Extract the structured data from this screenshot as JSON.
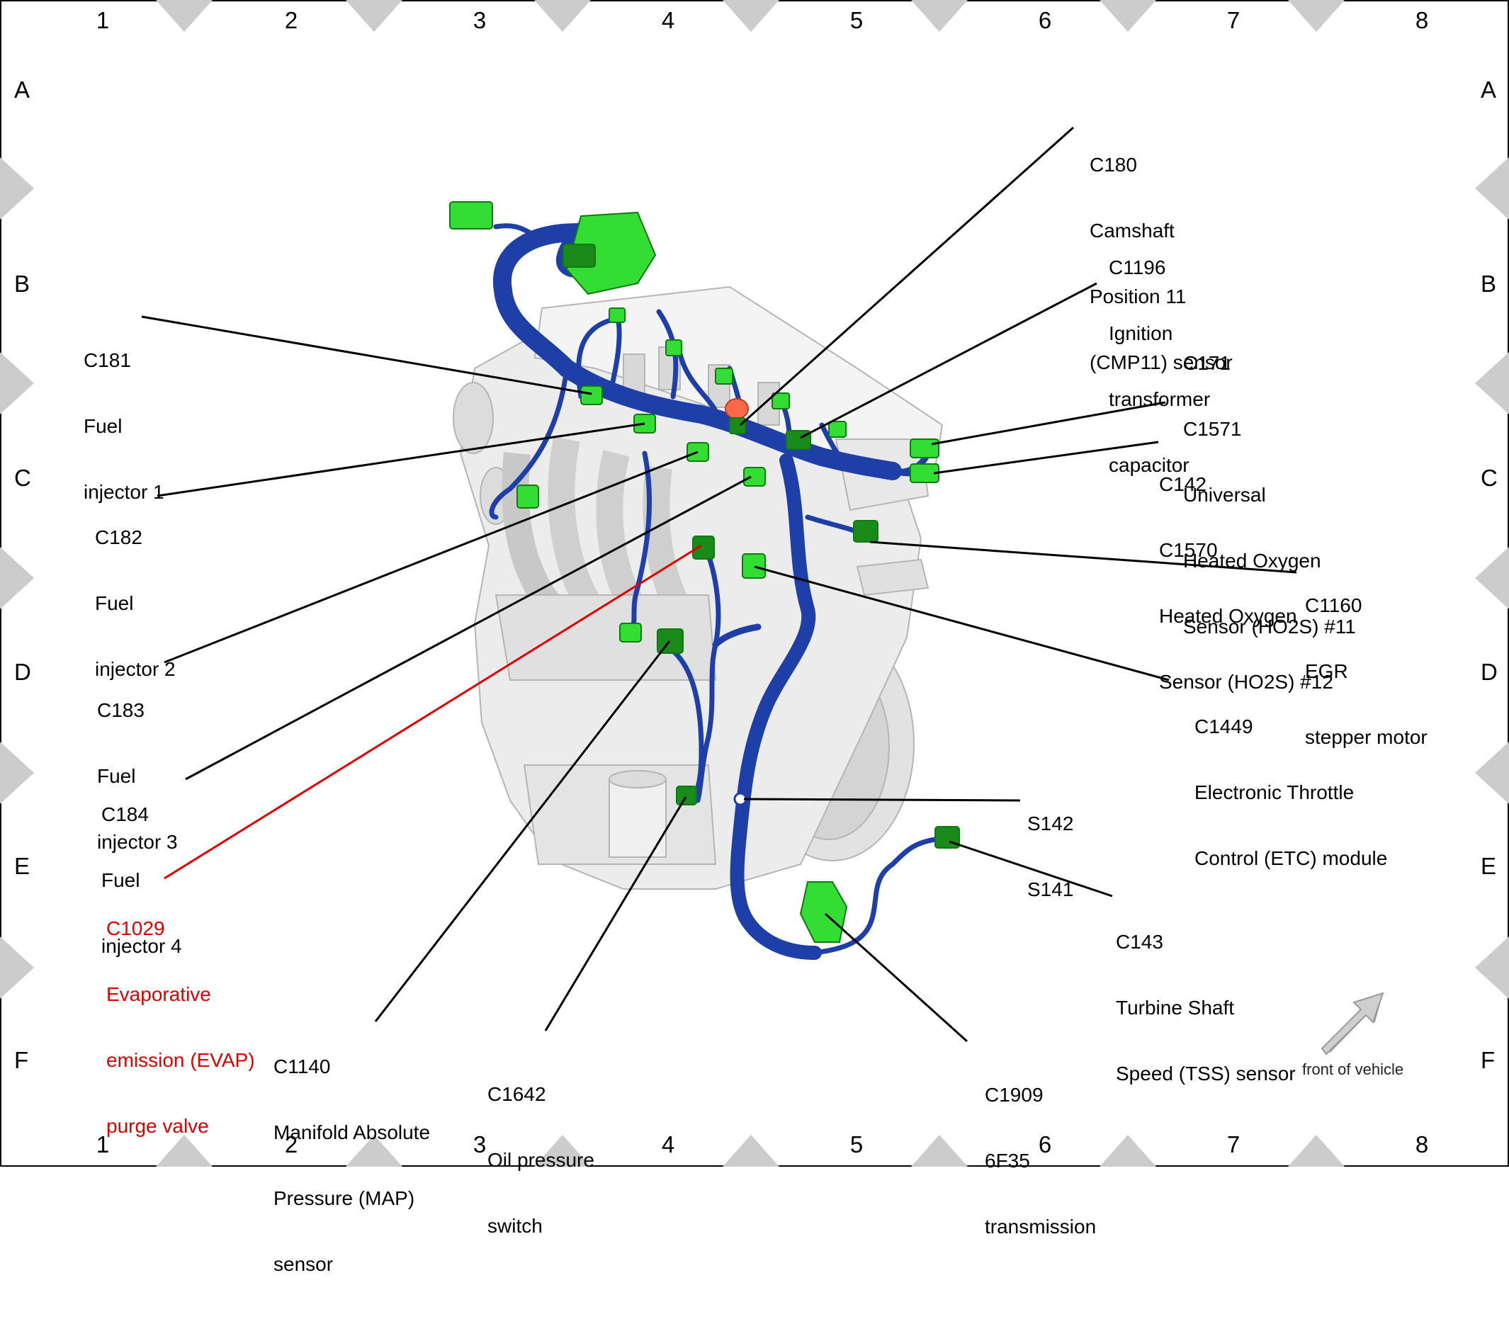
{
  "grid": {
    "columns": [
      "1",
      "2",
      "3",
      "4",
      "5",
      "6",
      "7",
      "8"
    ],
    "rows": [
      "A",
      "B",
      "C",
      "D",
      "E",
      "F"
    ]
  },
  "callouts": {
    "c180": [
      "C180",
      "Camshaft",
      "Position 11",
      "(CMP11) sensor"
    ],
    "c1196": [
      "C1196",
      "Ignition",
      "transformer",
      "capacitor"
    ],
    "c171": [
      "C171",
      "C1571",
      "Universal",
      "Heated Oxygen",
      "Sensor (HO2S) #11"
    ],
    "c142": [
      "C142",
      "C1570",
      "Heated Oxygen",
      "Sensor (HO2S) #12"
    ],
    "c1160": [
      "C1160",
      "EGR",
      "stepper motor"
    ],
    "c1449": [
      "C1449",
      "Electronic Throttle",
      "Control (ETC) module"
    ],
    "s142": [
      "S142",
      "S141"
    ],
    "c143": [
      "C143",
      "Turbine Shaft",
      "Speed (TSS) sensor"
    ],
    "c1909": [
      "C1909",
      "6F35",
      "transmission"
    ],
    "c1642": [
      "C1642",
      "Oil pressure",
      "switch"
    ],
    "c1140": [
      "C1140",
      "Manifold Absolute",
      "Pressure (MAP)",
      "sensor"
    ],
    "c1029": [
      "C1029",
      "Evaporative",
      "emission (EVAP)",
      "purge valve"
    ],
    "c184": [
      "C184",
      "Fuel",
      "injector 4"
    ],
    "c183": [
      "C183",
      "Fuel",
      "injector 3"
    ],
    "c182": [
      "C182",
      "Fuel",
      "injector 2"
    ],
    "c181": [
      "C181",
      "Fuel",
      "injector 1"
    ]
  },
  "front_of_vehicle": "front of vehicle",
  "colors": {
    "harness": "#1f3fa8",
    "connector": "#33dd33",
    "connector_dark": "#1a8a1a",
    "highlight_leader": "#e00000",
    "leader": "#000000",
    "border_triangle": "#cccccc"
  }
}
